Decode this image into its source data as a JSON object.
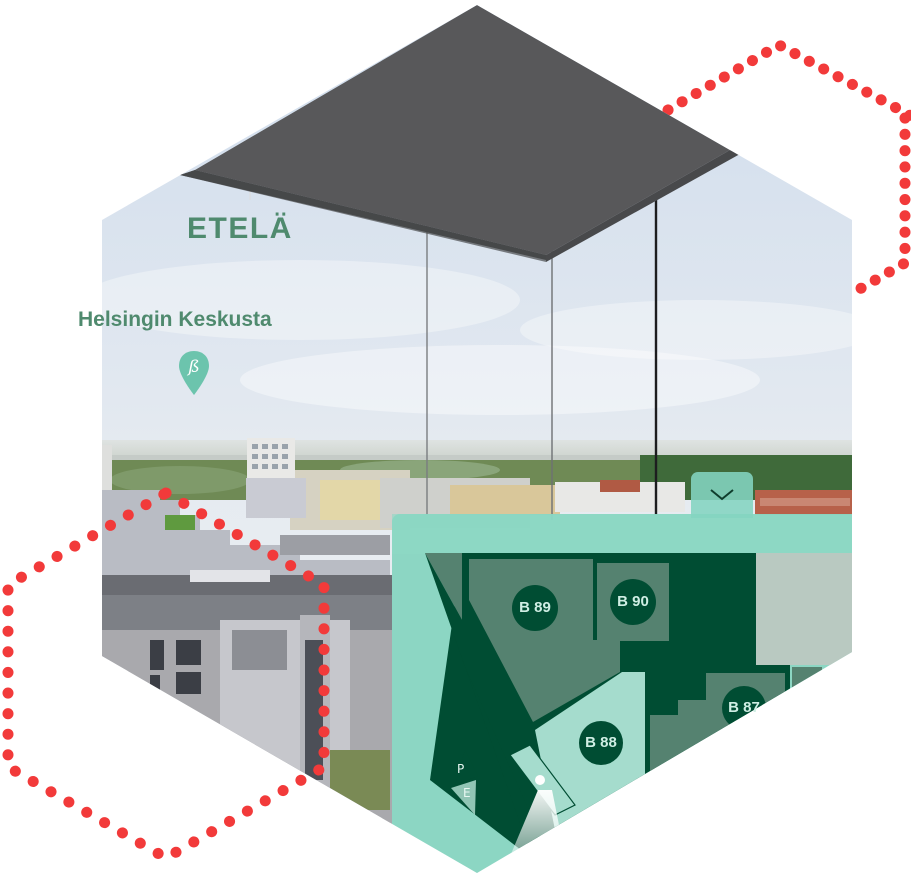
{
  "viewer": {
    "direction_label": "ETELÄ",
    "poi": {
      "label": "Helsingin Keskusta",
      "pin_icon": "map-pin-icon",
      "pin_glyph": "ß"
    }
  },
  "minimap": {
    "toggle_icon": "chevron-down-icon",
    "units": [
      {
        "id": "B 89",
        "label": "B 89"
      },
      {
        "id": "B 90",
        "label": "B 90"
      },
      {
        "id": "B 87",
        "label": "B 87"
      },
      {
        "id": "B 88",
        "label": "B 88"
      }
    ],
    "compass": {
      "top": "P",
      "bottom": "E"
    },
    "camera_marker_icon": "camera-position-icon"
  },
  "colors": {
    "accent_text": "#4f8a6e",
    "map_panel": "#84d4c0",
    "unit_dark": "#004d33",
    "unit_mid": "#558270",
    "unit_light": "#a5dccd",
    "unit_gray": "#b9c9c1",
    "dotted_hex": "#f23a3a",
    "ceiling": "#58585a"
  }
}
